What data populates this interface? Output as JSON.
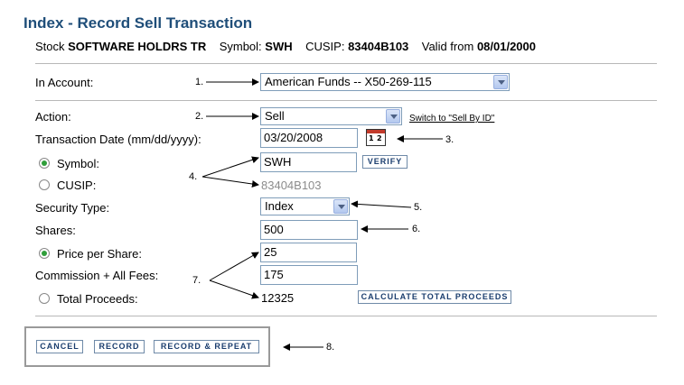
{
  "title": "Index - Record Sell Transaction",
  "stock": {
    "stock_label": "Stock",
    "stock_name": "SOFTWARE HOLDRS TR",
    "symbol_label": "Symbol:",
    "symbol": "SWH",
    "cusip_label": "CUSIP:",
    "cusip": "83404B103",
    "valid_label": "Valid from",
    "valid_date": "08/01/2000"
  },
  "form": {
    "account_label": "In Account:",
    "account_value": "American Funds -- X50-269-115",
    "action_label": "Action:",
    "action_value": "Sell",
    "switch_link": "Switch to \"Sell By ID\"",
    "date_label": "Transaction Date (mm/dd/yyyy):",
    "date_value": "03/20/2008",
    "symbol_label": "Symbol:",
    "symbol_value": "SWH",
    "verify_button": "VERIFY",
    "cusip_label": "CUSIP:",
    "cusip_value": "83404B103",
    "security_type_label": "Security Type:",
    "security_type_value": "Index",
    "shares_label": "Shares:",
    "shares_value": "500",
    "price_label": "Price per Share:",
    "price_value": "25",
    "commission_label": "Commission + All Fees:",
    "commission_value": "175",
    "total_label": "Total Proceeds:",
    "total_value": "12325",
    "calculate_button": "CALCULATE TOTAL PROCEEDS"
  },
  "buttons": {
    "cancel": "CANCEL",
    "record": "RECORD",
    "record_repeat": "RECORD & REPEAT"
  },
  "callouts": {
    "n1": "1.",
    "n2": "2.",
    "n3": "3.",
    "n4": "4.",
    "n5": "5.",
    "n6": "6.",
    "n7": "7.",
    "n8": "8."
  },
  "calendar_icon_text": {
    "left": "1",
    "right": "2"
  },
  "radio_state": {
    "symbol": true,
    "cusip": false,
    "price_per_share": true,
    "total_proceeds": false
  },
  "colors": {
    "title": "#1f4e79",
    "button_text": "#1a3d6e",
    "radio_on": "#2f9e3a",
    "cusip_value": "#8c8c8c"
  }
}
